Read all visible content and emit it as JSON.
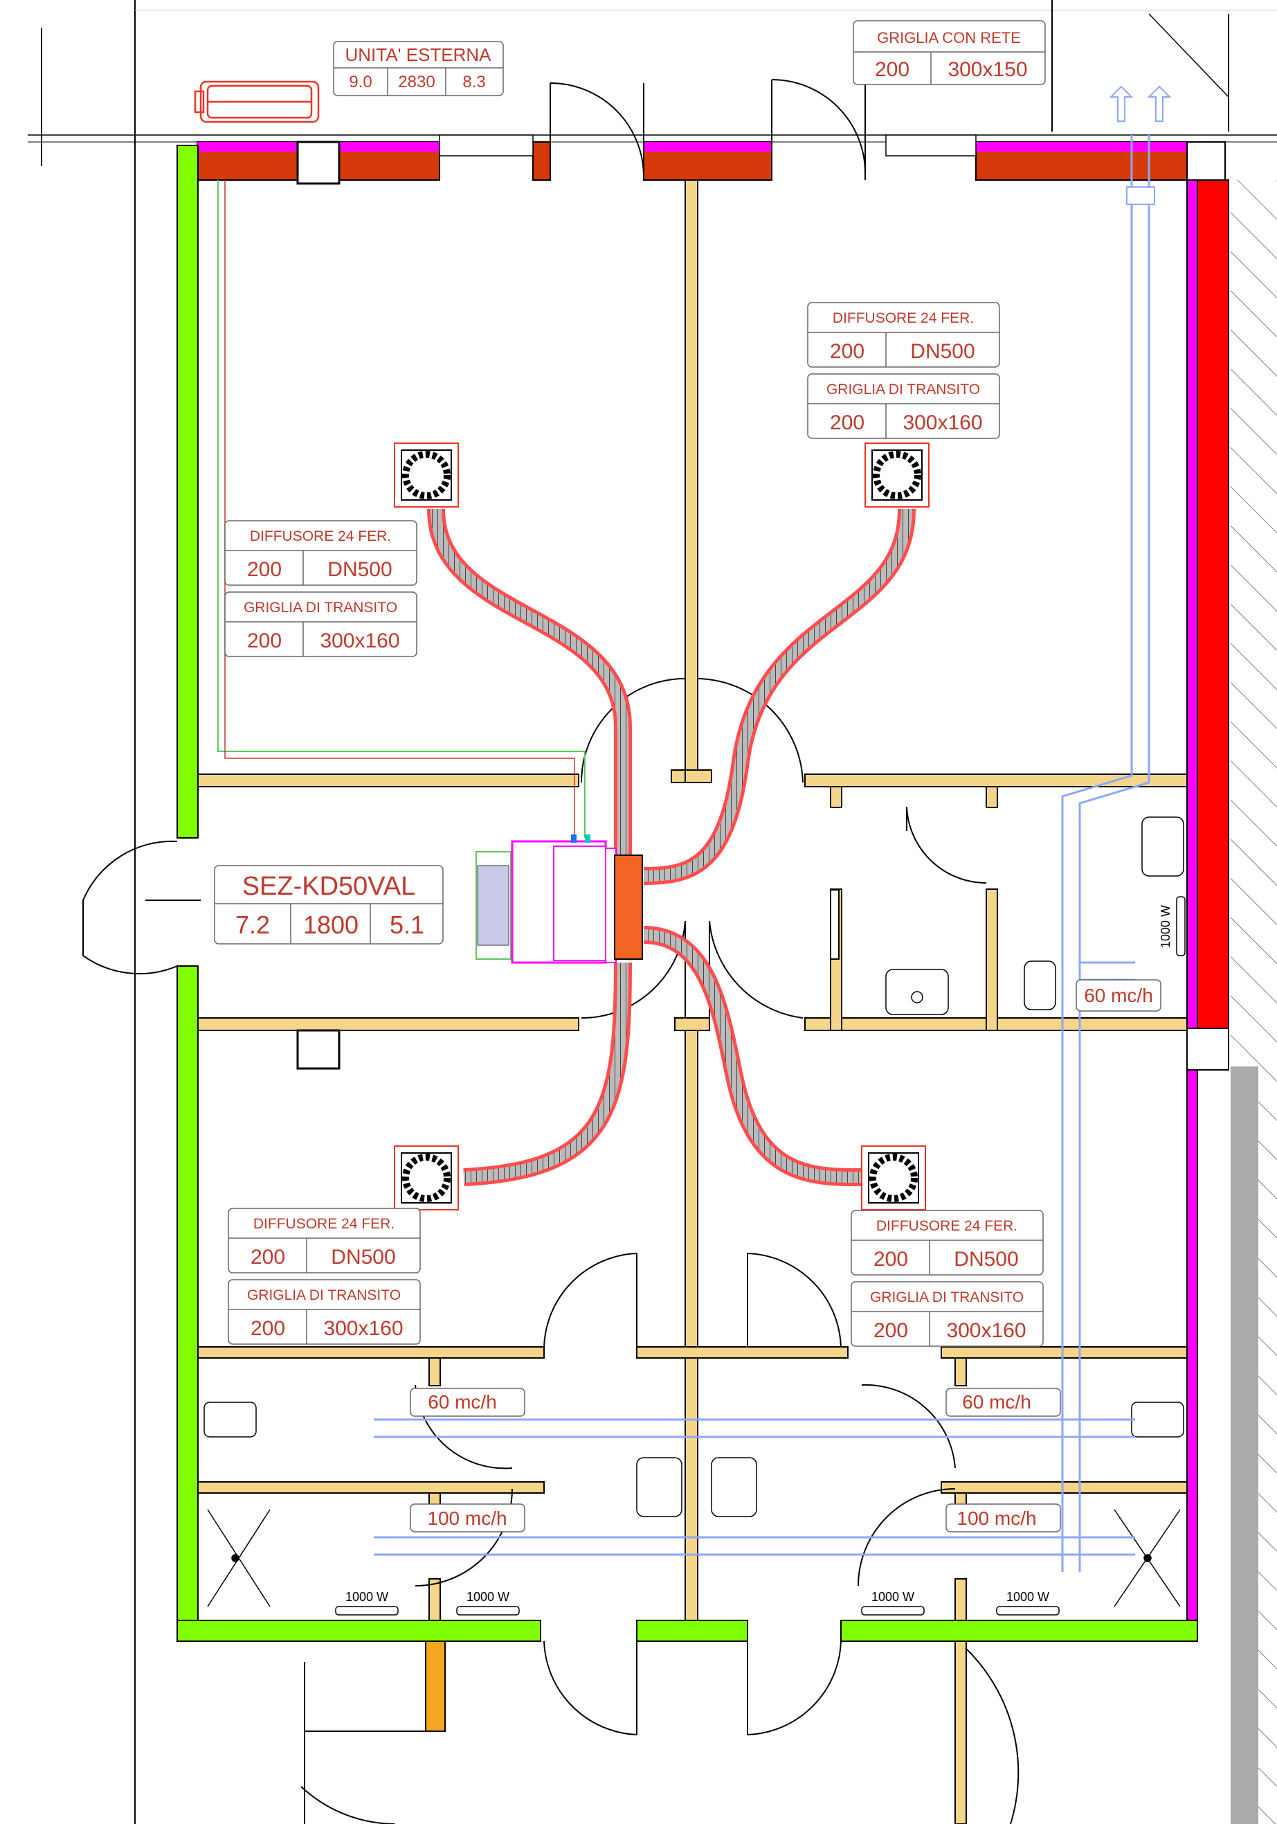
{
  "outdoor_unit": {
    "title": "UNITA' ESTERNA",
    "values": [
      "9.0",
      "2830",
      "8.3"
    ]
  },
  "indoor_unit": {
    "model": "SEZ-KD50VAL",
    "values": [
      "7.2",
      "1800",
      "5.1"
    ]
  },
  "intake_grille": {
    "title": "GRIGLIA CON RETE",
    "qty": "200",
    "size": "300x150"
  },
  "diffusers": [
    {
      "title": "DIFFUSORE 24 FER.",
      "qty": "200",
      "size": "DN500",
      "grille_title": "GRIGLIA DI TRANSITO",
      "grille_qty": "200",
      "grille_size": "300x160"
    },
    {
      "title": "DIFFUSORE 24 FER.",
      "qty": "200",
      "size": "DN500",
      "grille_title": "GRIGLIA DI TRANSITO",
      "grille_qty": "200",
      "grille_size": "300x160"
    },
    {
      "title": "DIFFUSORE 24 FER.",
      "qty": "200",
      "size": "DN500",
      "grille_title": "GRIGLIA DI TRANSITO",
      "grille_qty": "200",
      "grille_size": "300x160"
    },
    {
      "title": "DIFFUSORE 24 FER.",
      "qty": "200",
      "size": "DN500",
      "grille_title": "GRIGLIA DI TRANSITO",
      "grille_qty": "200",
      "grille_size": "300x160"
    }
  ],
  "extraction": [
    "60 mc/h",
    "60 mc/h",
    "60 mc/h",
    "100 mc/h",
    "100 mc/h"
  ],
  "radiators": [
    "1000 W",
    "1000 W",
    "1000 W",
    "1000 W",
    "1000 W"
  ],
  "colors": {
    "wall_green": "#7fff00",
    "wall_magenta": "#ff00ff",
    "wall_red": "#ff0000",
    "wall_brick": "#d63a0a",
    "partition": "#f5d58a",
    "label": "#c0392b",
    "duct_blue": "#8aa8ff",
    "unit_orange": "#f26522"
  }
}
